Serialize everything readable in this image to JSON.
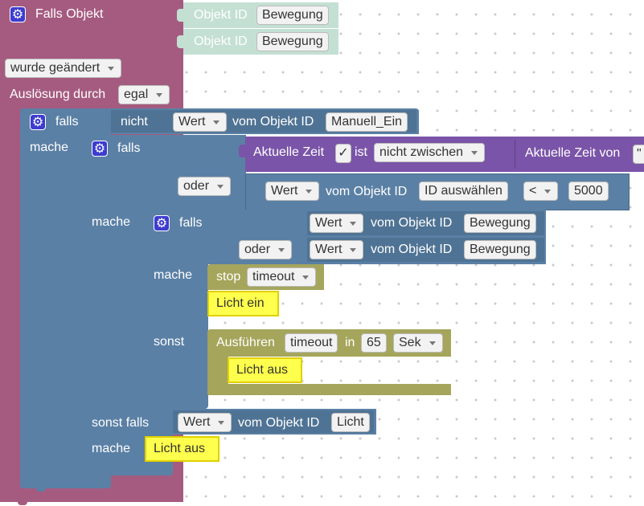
{
  "main_block": {
    "title": "Falls Objekt",
    "object_label": "Objekt ID",
    "object_1": "Bewegung",
    "object_2": "Bewegung",
    "trigger": "wurde geändert",
    "trigger_label": "Auslösung durch",
    "trigger_value": "egal"
  },
  "if_outer": {
    "falls": "falls",
    "nicht": "nicht",
    "wert": "Wert",
    "vom_objekt": "vom Objekt ID",
    "object": "Manuell_Ein",
    "mache": "mache"
  },
  "if_middle": {
    "falls": "falls",
    "time_label": "Aktuelle Zeit",
    "checkbox": "✓",
    "ist": "ist",
    "operator": "nicht zwischen",
    "time_from_label": "Aktuelle Zeit von",
    "time_from_value": "\"",
    "oder": "oder",
    "wert": "Wert",
    "vom_objekt": "vom Objekt ID",
    "object": "ID auswählen",
    "compare": "<",
    "number": "5000",
    "mache": "mache",
    "sonst_falls": "sonst falls",
    "sonst_falls_wert": "Wert",
    "sonst_falls_vom": "vom Objekt ID",
    "sonst_falls_object": "Licht",
    "mache2": "mache",
    "licht_aus_2": "Licht aus"
  },
  "if_inner": {
    "falls": "falls",
    "wert_1": "Wert",
    "vom_1": "vom Objekt ID",
    "object_1": "Bewegung",
    "oder": "oder",
    "wert_2": "Wert",
    "vom_2": "vom Objekt ID",
    "object_2": "Bewegung",
    "mache": "mache",
    "stop_label": "stop",
    "stop_value": "timeout",
    "licht_ein": "Licht ein",
    "sonst": "sonst",
    "ausfuehren": "Ausführen",
    "timeout": "timeout",
    "in": "in",
    "delay": "65",
    "unit": "Sek",
    "licht_aus": "Licht aus"
  }
}
